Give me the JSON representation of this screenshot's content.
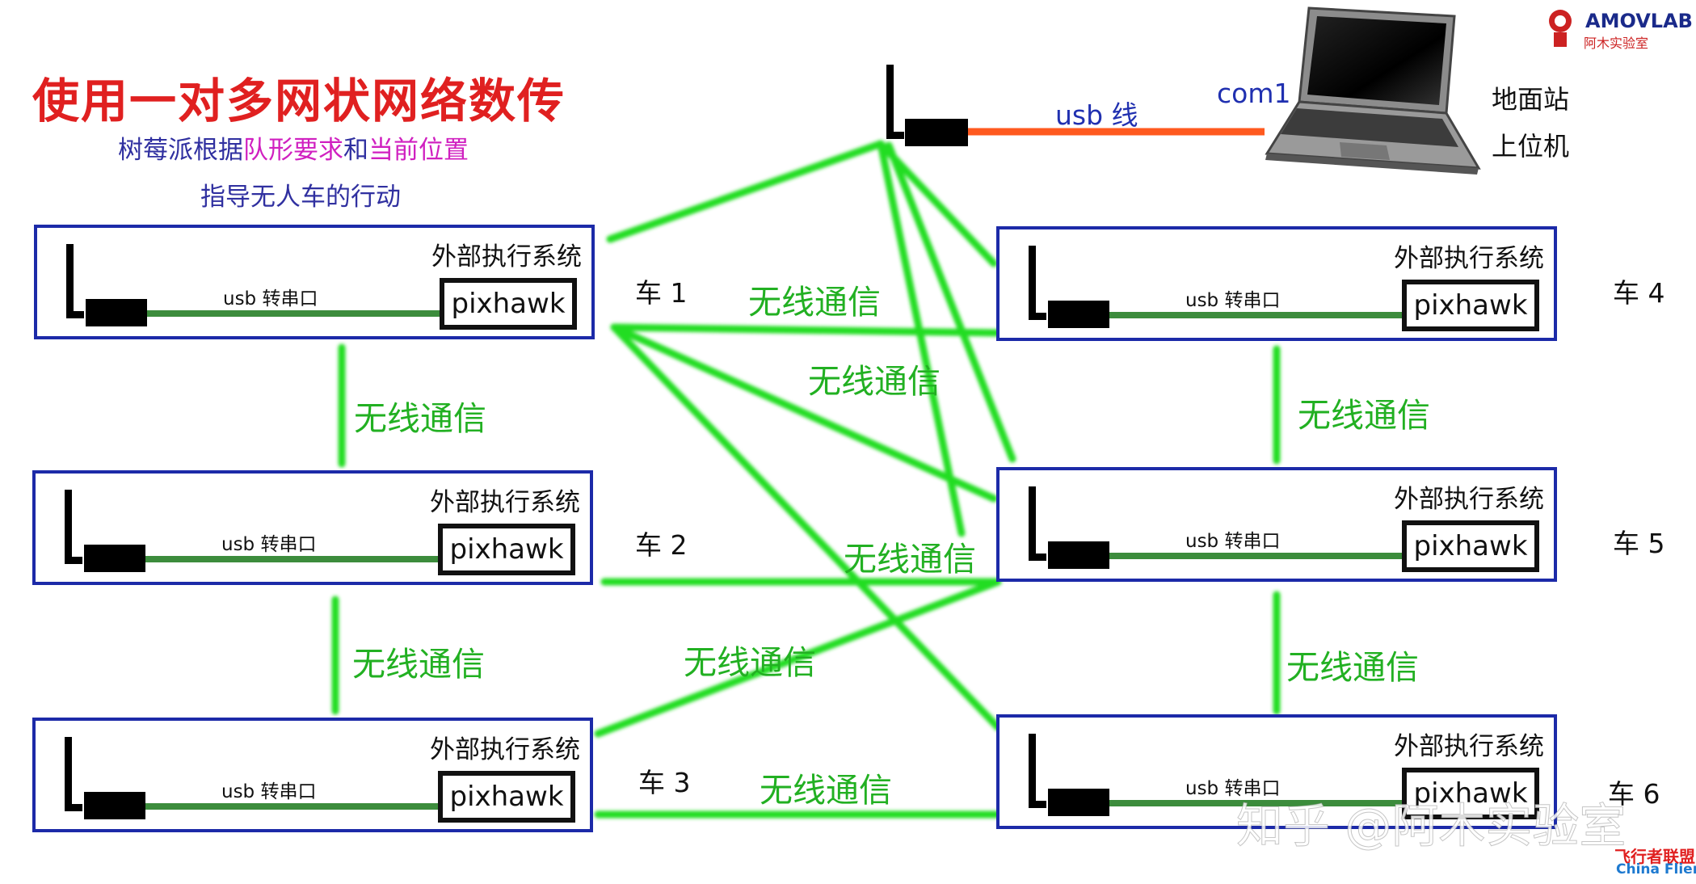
{
  "title": "使用一对多网状网络数传",
  "subtitle": {
    "part1": "树莓派根据",
    "part2": "队形要求",
    "part3": "和",
    "part4": "当前位置",
    "line2": "指导无人车的行动"
  },
  "ground_station": {
    "usb_cable_label": "usb 线",
    "port_label": "com1",
    "label_line1": "地面站",
    "label_line2": "上位机"
  },
  "logo": {
    "name": "AMOVLAB",
    "subtitle": "阿木实验室"
  },
  "watermarks": {
    "zhihu": "知乎 @阿木实验室",
    "site_cn": "飞行者联盟",
    "site_en": "China Flier"
  },
  "car_common": {
    "exec_system": "外部执行系统",
    "fc": "pixhawk",
    "usb_serial": "usb 转串口"
  },
  "cars": [
    {
      "label": "车 1"
    },
    {
      "label": "车 2"
    },
    {
      "label": "车 3"
    },
    {
      "label": "车 4"
    },
    {
      "label": "车 5"
    },
    {
      "label": "车 6"
    }
  ],
  "link_label": "无线通信",
  "colors": {
    "title": "#e02020",
    "subtitle": "#3030a0",
    "highlight": "#d020c0",
    "link": "#22dd22",
    "box_border": "#1c2aa8",
    "usb_cable": "#ff5a1f"
  }
}
